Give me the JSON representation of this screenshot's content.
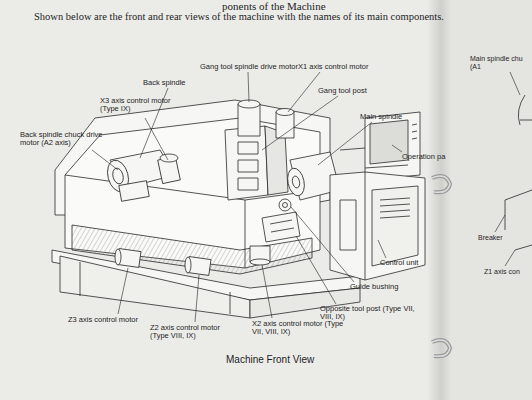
{
  "diagram": {
    "caption": "Machine Front View",
    "labels": [
      "ponents of the Machine",
      "Shown below are the front and rear views of the machine with the names of its main components.",
      "Gang tool spindle drive motor",
      "X1 axis control motor",
      "Back spindle",
      "Gang tool post",
      "X3 axis control motor (Type IX)",
      "Main spindle",
      "Back spindle chuck drive motor (A2 axis)",
      "Operation pa",
      "Control unit",
      "Guide bushing",
      "Opposite tool post (Type VII, VIII, IX)",
      "Z3 axis control motor",
      "Z2 axis control motor (Type VIII, IX)",
      "X2 axis control motor (Type VII, VIII, IX)",
      "Main spindle chu (A1",
      "Breaker",
      "Z1 axis con"
    ]
  }
}
